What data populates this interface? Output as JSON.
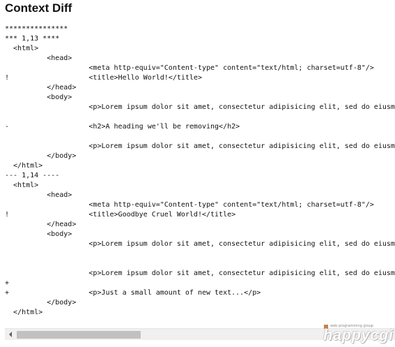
{
  "page": {
    "title": "Context Diff"
  },
  "diff": {
    "lines": [
      "***************",
      "*** 1,13 ****",
      "  <html>",
      "          <head>",
      "                    <meta http-equiv=\"Content-type\" content=\"text/html; charset=utf-8\"/>",
      "!                   <title>Hello World!</title>",
      "          </head>",
      "          <body>",
      "                    <p>Lorem ipsum dolor sit amet, consectetur adipisicing elit, sed do eiusmod tempor incididunt ut labore et dolore magna aliqua.</p>",
      "",
      "-                   <h2>A heading we'll be removing</h2>",
      "",
      "                    <p>Lorem ipsum dolor sit amet, consectetur adipisicing elit, sed do eiusmod tempor incididunt ut labore et dolore magna aliqua.</p>",
      "          </body>",
      "  </html>",
      "--- 1,14 ----",
      "  <html>",
      "          <head>",
      "                    <meta http-equiv=\"Content-type\" content=\"text/html; charset=utf-8\"/>",
      "!                   <title>Goodbye Cruel World!</title>",
      "          </head>",
      "          <body>",
      "                    <p>Lorem ipsum dolor sit amet, consectetur adipisicing elit, sed do eiusmod tempor incididunt ut labore et dolore magna aliqua.</p>",
      "",
      "",
      "                    <p>Lorem ipsum dolor sit amet, consectetur adipisicing elit, sed do eiusmod tempor incididunt ut labore et dolore magna aliqua.</p>",
      "+",
      "+                   <p>Just a small amount of new text...</p>",
      "          </body>",
      "  </html>"
    ]
  },
  "logo": {
    "tagline": "web programming group",
    "name": "happycgi"
  },
  "colors": {
    "scroll_track": "#f0f0f0",
    "scroll_thumb": "#c1c1c1",
    "logo_mark": "#c8804c"
  }
}
